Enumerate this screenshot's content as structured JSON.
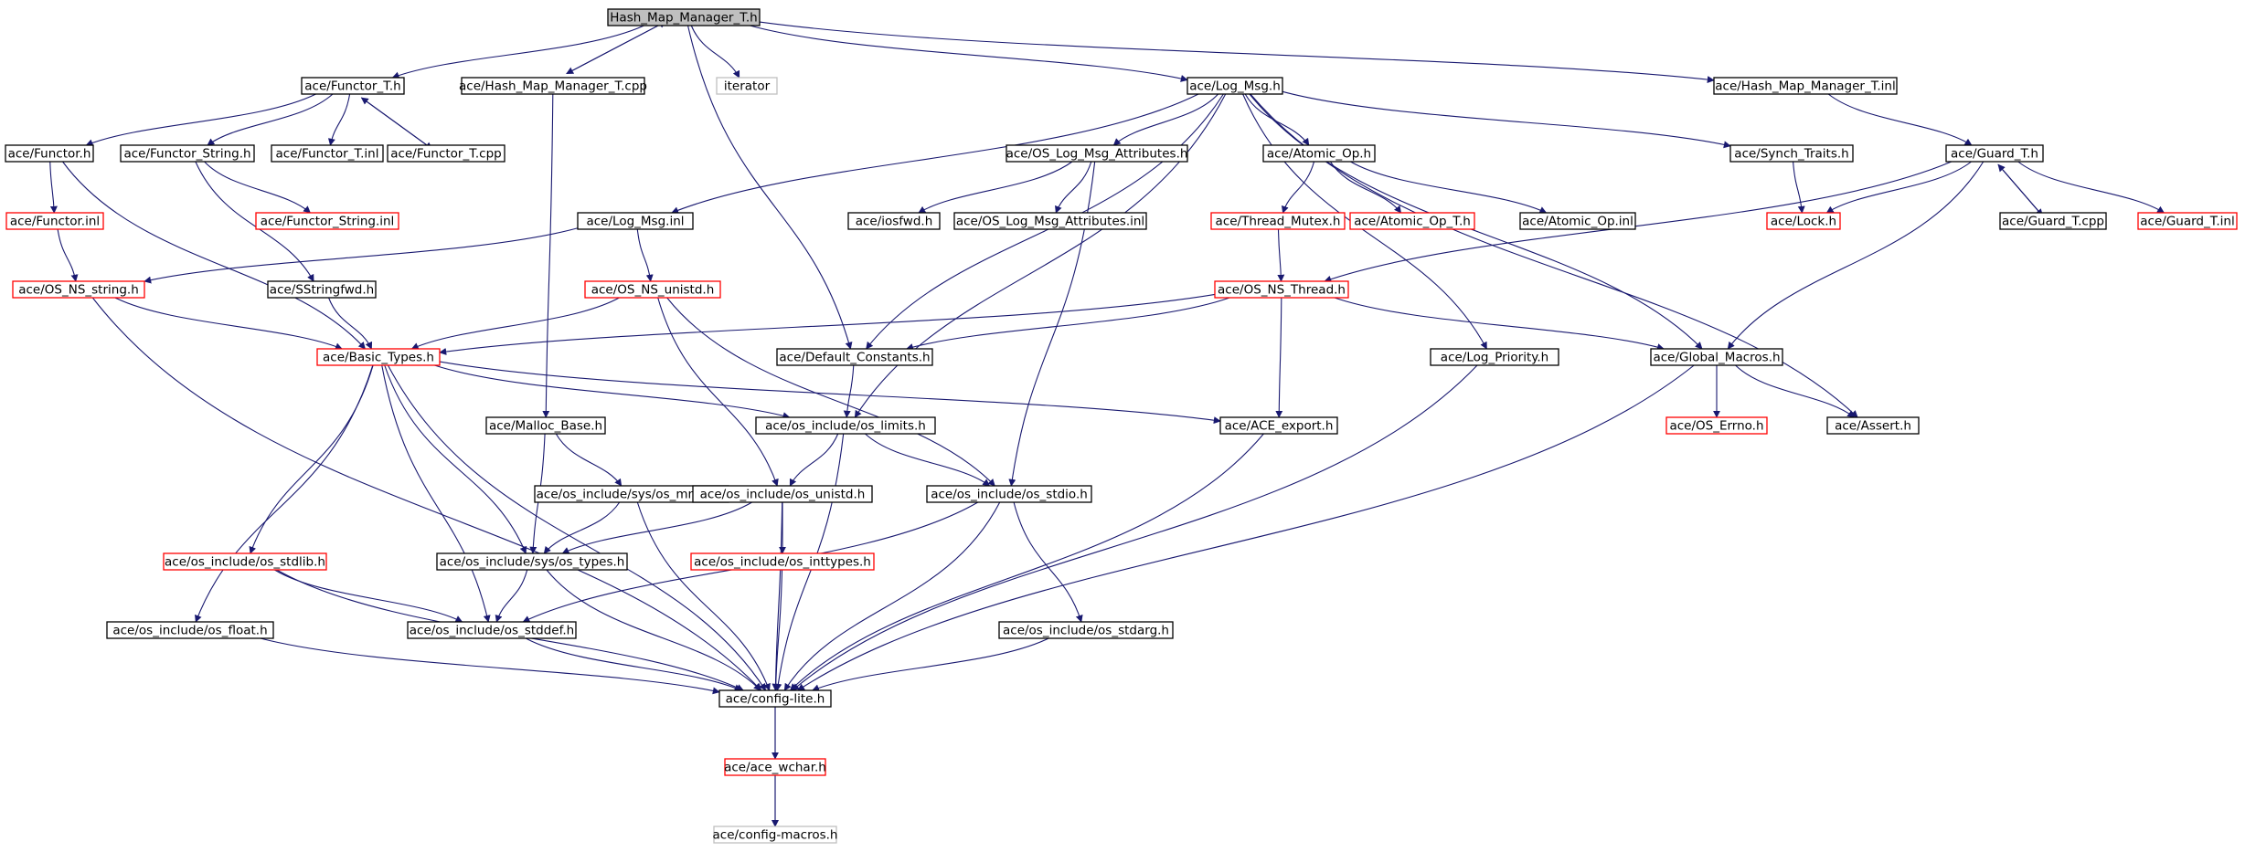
{
  "colors": {
    "edge": "#191970",
    "node_border_normal": "#000000",
    "node_border_truncated": "#ff0000",
    "node_border_external": "#bfbfbf",
    "node_fill_root": "#bfbfbf",
    "node_fill": "#ffffff"
  },
  "nodes": [
    {
      "id": "hmm_h",
      "label": "Hash_Map_Manager_T.h",
      "style": "root"
    },
    {
      "id": "functor_t_h",
      "label": "ace/Functor_T.h",
      "style": "normal"
    },
    {
      "id": "hmm_cpp",
      "label": "ace/Hash_Map_Manager_T.cpp",
      "style": "normal"
    },
    {
      "id": "iterator",
      "label": "iterator",
      "style": "external"
    },
    {
      "id": "log_msg_h",
      "label": "ace/Log_Msg.h",
      "style": "normal"
    },
    {
      "id": "hmm_inl",
      "label": "ace/Hash_Map_Manager_T.inl",
      "style": "normal"
    },
    {
      "id": "functor_h",
      "label": "ace/Functor.h",
      "style": "normal"
    },
    {
      "id": "functor_string_h",
      "label": "ace/Functor_String.h",
      "style": "normal"
    },
    {
      "id": "functor_t_inl",
      "label": "ace/Functor_T.inl",
      "style": "normal"
    },
    {
      "id": "functor_t_cpp",
      "label": "ace/Functor_T.cpp",
      "style": "normal"
    },
    {
      "id": "os_log_msg_attr_h",
      "label": "ace/OS_Log_Msg_Attributes.h",
      "style": "normal"
    },
    {
      "id": "atomic_op_h",
      "label": "ace/Atomic_Op.h",
      "style": "normal"
    },
    {
      "id": "synch_traits_h",
      "label": "ace/Synch_Traits.h",
      "style": "normal"
    },
    {
      "id": "guard_t_h",
      "label": "ace/Guard_T.h",
      "style": "normal"
    },
    {
      "id": "functor_inl",
      "label": "ace/Functor.inl",
      "style": "truncated"
    },
    {
      "id": "functor_string_inl",
      "label": "ace/Functor_String.inl",
      "style": "truncated"
    },
    {
      "id": "log_msg_inl",
      "label": "ace/Log_Msg.inl",
      "style": "normal"
    },
    {
      "id": "iosfwd_h",
      "label": "ace/iosfwd.h",
      "style": "normal"
    },
    {
      "id": "os_log_msg_attr_inl",
      "label": "ace/OS_Log_Msg_Attributes.inl",
      "style": "normal"
    },
    {
      "id": "thread_mutex_h",
      "label": "ace/Thread_Mutex.h",
      "style": "truncated"
    },
    {
      "id": "atomic_op_t_h",
      "label": "ace/Atomic_Op_T.h",
      "style": "truncated"
    },
    {
      "id": "atomic_op_inl",
      "label": "ace/Atomic_Op.inl",
      "style": "normal"
    },
    {
      "id": "lock_h",
      "label": "ace/Lock.h",
      "style": "truncated"
    },
    {
      "id": "guard_t_cpp",
      "label": "ace/Guard_T.cpp",
      "style": "normal"
    },
    {
      "id": "guard_t_inl",
      "label": "ace/Guard_T.inl",
      "style": "truncated"
    },
    {
      "id": "os_ns_string_h",
      "label": "ace/OS_NS_string.h",
      "style": "truncated"
    },
    {
      "id": "sstringfwd_h",
      "label": "ace/SStringfwd.h",
      "style": "normal"
    },
    {
      "id": "os_ns_unistd_h",
      "label": "ace/OS_NS_unistd.h",
      "style": "truncated"
    },
    {
      "id": "os_ns_thread_h",
      "label": "ace/OS_NS_Thread.h",
      "style": "truncated"
    },
    {
      "id": "basic_types_h",
      "label": "ace/Basic_Types.h",
      "style": "truncated"
    },
    {
      "id": "default_constants_h",
      "label": "ace/Default_Constants.h",
      "style": "normal"
    },
    {
      "id": "log_priority_h",
      "label": "ace/Log_Priority.h",
      "style": "normal"
    },
    {
      "id": "global_macros_h",
      "label": "ace/Global_Macros.h",
      "style": "normal"
    },
    {
      "id": "malloc_base_h",
      "label": "ace/Malloc_Base.h",
      "style": "normal"
    },
    {
      "id": "os_limits_h",
      "label": "ace/os_include/os_limits.h",
      "style": "normal"
    },
    {
      "id": "ace_export_h",
      "label": "ace/ACE_export.h",
      "style": "normal"
    },
    {
      "id": "os_errno_h",
      "label": "ace/OS_Errno.h",
      "style": "truncated"
    },
    {
      "id": "assert_h",
      "label": "ace/Assert.h",
      "style": "normal"
    },
    {
      "id": "os_mman_h",
      "label": "ace/os_include/sys/os_mman.h",
      "style": "normal"
    },
    {
      "id": "os_unistd_h",
      "label": "ace/os_include/os_unistd.h",
      "style": "normal"
    },
    {
      "id": "os_stdio_h",
      "label": "ace/os_include/os_stdio.h",
      "style": "normal"
    },
    {
      "id": "os_stdlib_h",
      "label": "ace/os_include/os_stdlib.h",
      "style": "truncated"
    },
    {
      "id": "os_types_h",
      "label": "ace/os_include/sys/os_types.h",
      "style": "normal"
    },
    {
      "id": "os_inttypes_h",
      "label": "ace/os_include/os_inttypes.h",
      "style": "truncated"
    },
    {
      "id": "os_float_h",
      "label": "ace/os_include/os_float.h",
      "style": "normal"
    },
    {
      "id": "os_stddef_h",
      "label": "ace/os_include/os_stddef.h",
      "style": "normal"
    },
    {
      "id": "os_stdarg_h",
      "label": "ace/os_include/os_stdarg.h",
      "style": "normal"
    },
    {
      "id": "config_lite_h",
      "label": "ace/config-lite.h",
      "style": "normal"
    },
    {
      "id": "ace_wchar_h",
      "label": "ace/ace_wchar.h",
      "style": "truncated"
    },
    {
      "id": "config_macros_h",
      "label": "ace/config-macros.h",
      "style": "external"
    }
  ],
  "edges": [
    [
      "hmm_h",
      "functor_t_h"
    ],
    [
      "hmm_h",
      "hmm_cpp"
    ],
    [
      "hmm_h",
      "iterator"
    ],
    [
      "hmm_h",
      "log_msg_h"
    ],
    [
      "hmm_h",
      "hmm_inl"
    ],
    [
      "hmm_h",
      "default_constants_h"
    ],
    [
      "hmm_cpp",
      "hmm_h"
    ],
    [
      "hmm_cpp",
      "malloc_base_h"
    ],
    [
      "functor_t_h",
      "functor_h"
    ],
    [
      "functor_t_h",
      "functor_string_h"
    ],
    [
      "functor_t_h",
      "functor_t_inl"
    ],
    [
      "functor_t_h",
      "functor_t_cpp"
    ],
    [
      "functor_t_cpp",
      "functor_t_h"
    ],
    [
      "functor_h",
      "functor_inl"
    ],
    [
      "functor_h",
      "basic_types_h"
    ],
    [
      "functor_inl",
      "os_ns_string_h"
    ],
    [
      "functor_string_h",
      "functor_string_inl"
    ],
    [
      "functor_string_h",
      "sstringfwd_h"
    ],
    [
      "sstringfwd_h",
      "basic_types_h"
    ],
    [
      "os_ns_string_h",
      "basic_types_h"
    ],
    [
      "os_ns_string_h",
      "config_lite_h"
    ],
    [
      "log_msg_h",
      "log_msg_inl"
    ],
    [
      "log_msg_h",
      "os_log_msg_attr_h"
    ],
    [
      "log_msg_h",
      "atomic_op_h"
    ],
    [
      "log_msg_h",
      "synch_traits_h"
    ],
    [
      "log_msg_h",
      "default_constants_h"
    ],
    [
      "log_msg_h",
      "os_limits_h"
    ],
    [
      "log_msg_h",
      "log_priority_h"
    ],
    [
      "log_msg_h",
      "global_macros_h"
    ],
    [
      "log_msg_h",
      "assert_h"
    ],
    [
      "log_msg_inl",
      "os_ns_string_h"
    ],
    [
      "log_msg_inl",
      "os_ns_unistd_h"
    ],
    [
      "os_log_msg_attr_h",
      "iosfwd_h"
    ],
    [
      "os_log_msg_attr_h",
      "os_log_msg_attr_inl"
    ],
    [
      "os_log_msg_attr_h",
      "os_stdio_h"
    ],
    [
      "atomic_op_h",
      "thread_mutex_h"
    ],
    [
      "atomic_op_h",
      "atomic_op_t_h"
    ],
    [
      "atomic_op_h",
      "atomic_op_inl"
    ],
    [
      "thread_mutex_h",
      "os_ns_thread_h"
    ],
    [
      "synch_traits_h",
      "lock_h"
    ],
    [
      "hmm_inl",
      "guard_t_h"
    ],
    [
      "guard_t_h",
      "lock_h"
    ],
    [
      "guard_t_h",
      "guard_t_cpp"
    ],
    [
      "guard_t_h",
      "guard_t_inl"
    ],
    [
      "guard_t_h",
      "os_ns_thread_h"
    ],
    [
      "guard_t_h",
      "global_macros_h"
    ],
    [
      "guard_t_cpp",
      "guard_t_h"
    ],
    [
      "os_ns_unistd_h",
      "basic_types_h"
    ],
    [
      "os_ns_unistd_h",
      "os_unistd_h"
    ],
    [
      "os_ns_unistd_h",
      "os_stdio_h"
    ],
    [
      "os_ns_thread_h",
      "basic_types_h"
    ],
    [
      "os_ns_thread_h",
      "default_constants_h"
    ],
    [
      "os_ns_thread_h",
      "ace_export_h"
    ],
    [
      "os_ns_thread_h",
      "global_macros_h"
    ],
    [
      "default_constants_h",
      "os_limits_h"
    ],
    [
      "global_macros_h",
      "os_errno_h"
    ],
    [
      "global_macros_h",
      "assert_h"
    ],
    [
      "global_macros_h",
      "config_lite_h"
    ],
    [
      "log_priority_h",
      "config_lite_h"
    ],
    [
      "basic_types_h",
      "os_limits_h"
    ],
    [
      "basic_types_h",
      "ace_export_h"
    ],
    [
      "basic_types_h",
      "os_types_h"
    ],
    [
      "basic_types_h",
      "os_stdlib_h"
    ],
    [
      "basic_types_h",
      "os_float_h"
    ],
    [
      "basic_types_h",
      "os_stddef_h"
    ],
    [
      "basic_types_h",
      "config_lite_h"
    ],
    [
      "malloc_base_h",
      "os_mman_h"
    ],
    [
      "malloc_base_h",
      "os_types_h"
    ],
    [
      "os_limits_h",
      "os_unistd_h"
    ],
    [
      "os_limits_h",
      "os_stdio_h"
    ],
    [
      "os_limits_h",
      "config_lite_h"
    ],
    [
      "ace_export_h",
      "config_lite_h"
    ],
    [
      "os_mman_h",
      "os_types_h"
    ],
    [
      "os_mman_h",
      "config_lite_h"
    ],
    [
      "os_unistd_h",
      "os_types_h"
    ],
    [
      "os_unistd_h",
      "os_inttypes_h"
    ],
    [
      "os_unistd_h",
      "config_lite_h"
    ],
    [
      "os_stdio_h",
      "os_stddef_h"
    ],
    [
      "os_stdio_h",
      "os_stdarg_h"
    ],
    [
      "os_stdio_h",
      "config_lite_h"
    ],
    [
      "os_stdlib_h",
      "os_stddef_h"
    ],
    [
      "os_stdlib_h",
      "config_lite_h"
    ],
    [
      "os_types_h",
      "os_stddef_h"
    ],
    [
      "os_types_h",
      "config_lite_h"
    ],
    [
      "os_inttypes_h",
      "config_lite_h"
    ],
    [
      "os_float_h",
      "config_lite_h"
    ],
    [
      "os_stddef_h",
      "config_lite_h"
    ],
    [
      "os_stdarg_h",
      "config_lite_h"
    ],
    [
      "config_lite_h",
      "ace_wchar_h"
    ],
    [
      "config_lite_h",
      "config_macros_h"
    ],
    [
      "ace_wchar_h",
      "config_macros_h"
    ]
  ]
}
